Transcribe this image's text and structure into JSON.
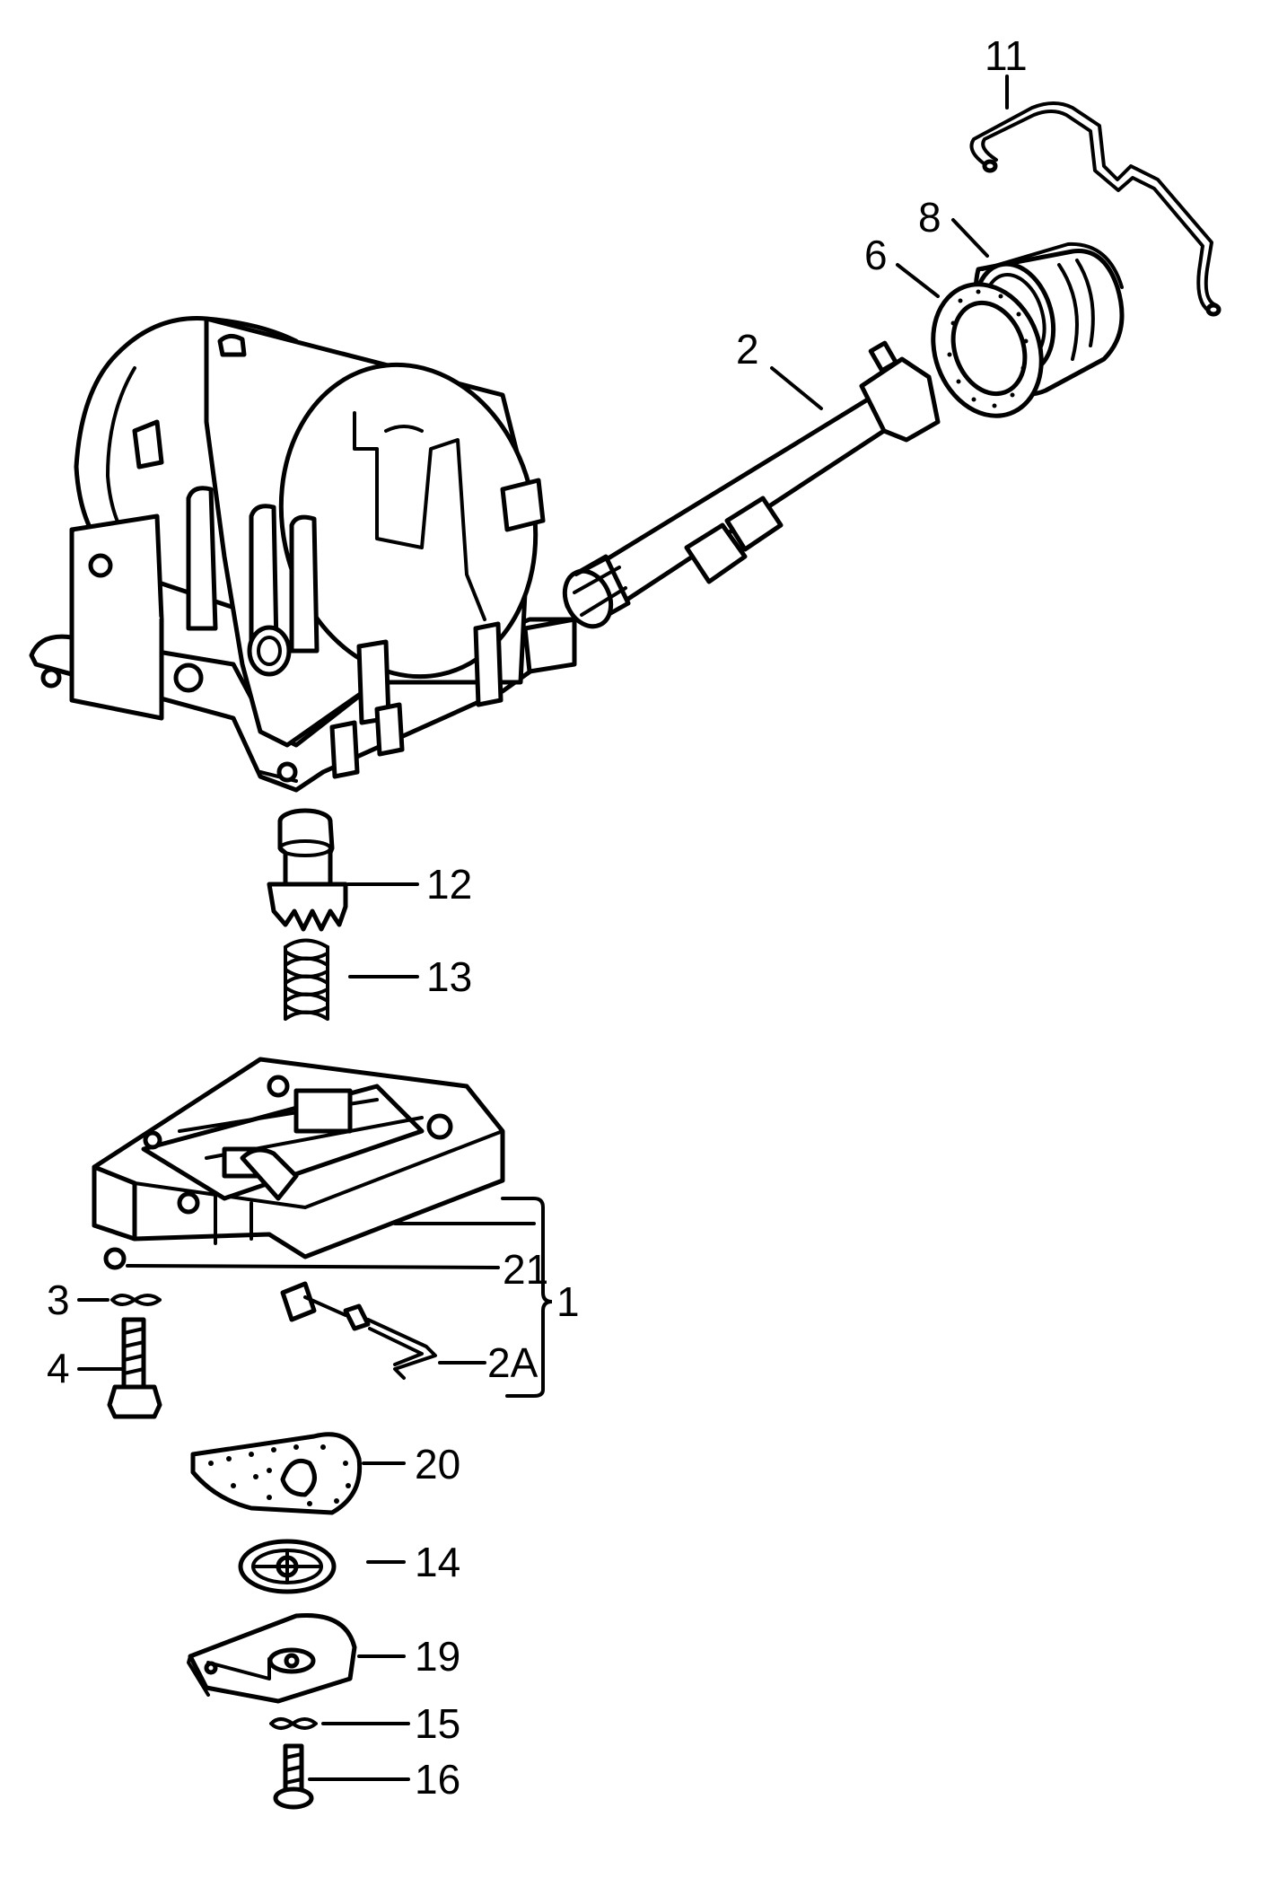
{
  "diagram": {
    "callouts": {
      "c11": "11",
      "c8": "8",
      "c6": "6",
      "c2": "2",
      "c12": "12",
      "c13": "13",
      "c21": "21",
      "c1": "1",
      "c3": "3",
      "c4": "4",
      "c2a": "2A",
      "c20": "20",
      "c14": "14",
      "c19": "19",
      "c15": "15",
      "c16": "16"
    },
    "colors": {
      "line": "#000000",
      "background": "#ffffff"
    }
  }
}
